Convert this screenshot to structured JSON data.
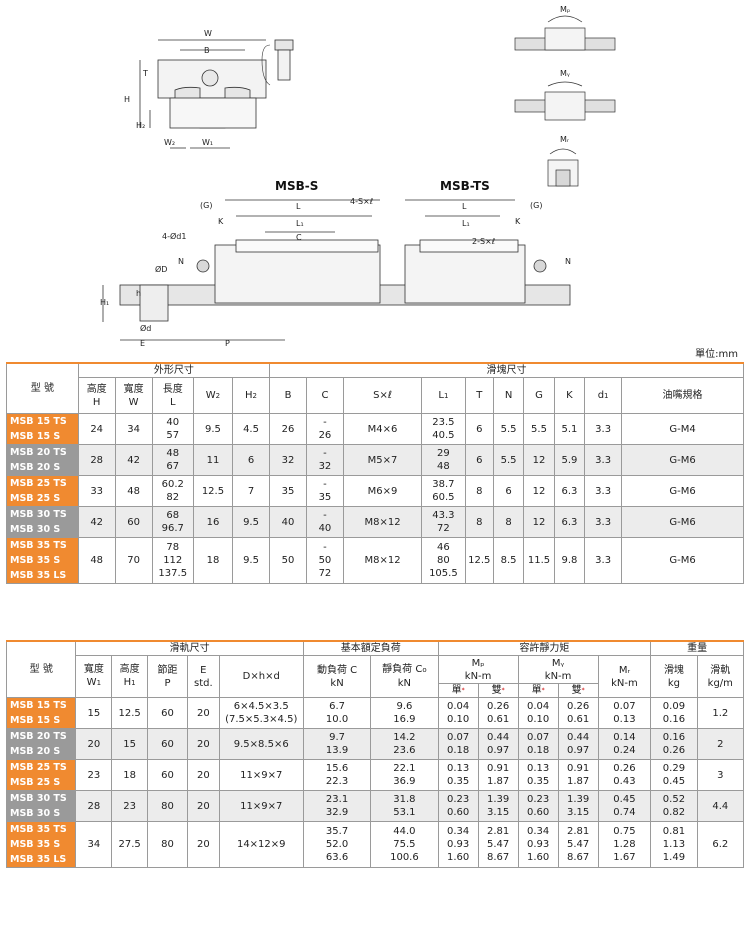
{
  "diagram_labels": {
    "W": "W",
    "B": "B",
    "T": "T",
    "H": "H",
    "H2": "H₂",
    "W2": "W₂",
    "W1": "W₁",
    "MP": "Mₚ",
    "MY": "Mᵧ",
    "MR": "Mᵣ",
    "msb_s": "MSB-S",
    "msb_ts": "MSB-TS",
    "G": "(G)",
    "K": "K",
    "L": "L",
    "L1": "L₁",
    "C": "C",
    "N": "N",
    "four_sxl": "4-S×ℓ",
    "two_sxl": "2-S×ℓ",
    "four_d1": "4-Ød1",
    "D": "ØD",
    "h": "h",
    "d": "Ød",
    "H1": "H₁",
    "E": "E",
    "P": "P"
  },
  "unit": "單位:mm",
  "table1": {
    "model_header": "型 號",
    "group_outer": "外形尺寸",
    "group_block": "滑塊尺寸",
    "cols": [
      "高度",
      "H",
      "寬度",
      "W",
      "長度",
      "L",
      "W",
      "H",
      "B",
      "C",
      "S×ℓ",
      "L",
      "T",
      "N",
      "G",
      "K",
      "d",
      "油嘴規格"
    ],
    "rows": [
      {
        "models": [
          "MSB 15 TS",
          "MSB 15 S"
        ],
        "alt": false,
        "H": "24",
        "W": "34",
        "L": [
          "40",
          "57"
        ],
        "W2": "9.5",
        "H2": "4.5",
        "B": "26",
        "C": [
          "-",
          "26"
        ],
        "S": "M4×6",
        "L1": [
          "23.5",
          "40.5"
        ],
        "T": "6",
        "N": "5.5",
        "G": "5.5",
        "K": "5.1",
        "d1": "3.3",
        "oil": "G-M4"
      },
      {
        "models": [
          "MSB 20 TS",
          "MSB 20 S"
        ],
        "alt": true,
        "H": "28",
        "W": "42",
        "L": [
          "48",
          "67"
        ],
        "W2": "11",
        "H2": "6",
        "B": "32",
        "C": [
          "-",
          "32"
        ],
        "S": "M5×7",
        "L1": [
          "29",
          "48"
        ],
        "T": "6",
        "N": "5.5",
        "G": "12",
        "K": "5.9",
        "d1": "3.3",
        "oil": "G-M6"
      },
      {
        "models": [
          "MSB 25 TS",
          "MSB 25 S"
        ],
        "alt": false,
        "H": "33",
        "W": "48",
        "L": [
          "60.2",
          "82"
        ],
        "W2": "12.5",
        "H2": "7",
        "B": "35",
        "C": [
          "-",
          "35"
        ],
        "S": "M6×9",
        "L1": [
          "38.7",
          "60.5"
        ],
        "T": "8",
        "N": "6",
        "G": "12",
        "K": "6.3",
        "d1": "3.3",
        "oil": "G-M6"
      },
      {
        "models": [
          "MSB 30 TS",
          "MSB 30 S"
        ],
        "alt": true,
        "H": "42",
        "W": "60",
        "L": [
          "68",
          "96.7"
        ],
        "W2": "16",
        "H2": "9.5",
        "B": "40",
        "C": [
          "-",
          "40"
        ],
        "S": "M8×12",
        "L1": [
          "43.3",
          "72"
        ],
        "T": "8",
        "N": "8",
        "G": "12",
        "K": "6.3",
        "d1": "3.3",
        "oil": "G-M6"
      },
      {
        "models": [
          "MSB 35 TS",
          "MSB 35 S",
          "MSB 35 LS"
        ],
        "alt": false,
        "H": "48",
        "W": "70",
        "L": [
          "78",
          "112",
          "137.5"
        ],
        "W2": "18",
        "H2": "9.5",
        "B": "50",
        "C": [
          "-",
          "50",
          "72"
        ],
        "S": "M8×12",
        "L1": [
          "46",
          "80",
          "105.5"
        ],
        "T": "12.5",
        "N": "8.5",
        "G": "11.5",
        "K": "9.8",
        "d1": "3.3",
        "oil": "G-M6"
      }
    ]
  },
  "table2": {
    "model_header": "型 號",
    "group_rail": "滑軌尺寸",
    "group_load": "基本額定負荷",
    "group_moment": "容許靜力矩",
    "group_weight": "重量",
    "cols": {
      "w1a": "寬度",
      "w1b": "W",
      "h1a": "高度",
      "h1b": "H",
      "pa": "節距",
      "pb": "P",
      "ea": "E",
      "eb": "std.",
      "dhd": "D×h×d",
      "ca": "動負荷 C",
      "cb": "kN",
      "c0a": "靜負荷 C",
      "c0b": "kN",
      "mp": "Mₚ",
      "mpu": "kN-m",
      "my": "Mᵧ",
      "myu": "kN-m",
      "mr": "Mᵣ",
      "mru": "kN-m",
      "blk": "滑塊",
      "blku": "kg",
      "rail": "滑軌",
      "railu": "kg/m",
      "single": "單",
      "double": "雙",
      "star": "*"
    },
    "rows": [
      {
        "models": [
          "MSB 15 TS",
          "MSB 15 S"
        ],
        "alt": false,
        "W1": "15",
        "H1": "12.5",
        "P": "60",
        "E": "20",
        "D": [
          "6×4.5×3.5",
          "(7.5×5.3×4.5)"
        ],
        "C": [
          "6.7",
          "10.0"
        ],
        "C0": [
          "9.6",
          "16.9"
        ],
        "MP1": [
          "0.04",
          "0.10"
        ],
        "MP2": [
          "0.26",
          "0.61"
        ],
        "MY1": [
          "0.04",
          "0.10"
        ],
        "MY2": [
          "0.26",
          "0.61"
        ],
        "MR": [
          "0.07",
          "0.13"
        ],
        "blk": [
          "0.09",
          "0.16"
        ],
        "rail": "1.2"
      },
      {
        "models": [
          "MSB 20 TS",
          "MSB 20 S"
        ],
        "alt": true,
        "W1": "20",
        "H1": "15",
        "P": "60",
        "E": "20",
        "D": [
          "9.5×8.5×6"
        ],
        "C": [
          "9.7",
          "13.9"
        ],
        "C0": [
          "14.2",
          "23.6"
        ],
        "MP1": [
          "0.07",
          "0.18"
        ],
        "MP2": [
          "0.44",
          "0.97"
        ],
        "MY1": [
          "0.07",
          "0.18"
        ],
        "MY2": [
          "0.44",
          "0.97"
        ],
        "MR": [
          "0.14",
          "0.24"
        ],
        "blk": [
          "0.16",
          "0.26"
        ],
        "rail": "2"
      },
      {
        "models": [
          "MSB 25 TS",
          "MSB 25 S"
        ],
        "alt": false,
        "W1": "23",
        "H1": "18",
        "P": "60",
        "E": "20",
        "D": [
          "11×9×7"
        ],
        "C": [
          "15.6",
          "22.3"
        ],
        "C0": [
          "22.1",
          "36.9"
        ],
        "MP1": [
          "0.13",
          "0.35"
        ],
        "MP2": [
          "0.91",
          "1.87"
        ],
        "MY1": [
          "0.13",
          "0.35"
        ],
        "MY2": [
          "0.91",
          "1.87"
        ],
        "MR": [
          "0.26",
          "0.43"
        ],
        "blk": [
          "0.29",
          "0.45"
        ],
        "rail": "3"
      },
      {
        "models": [
          "MSB 30 TS",
          "MSB 30 S"
        ],
        "alt": true,
        "W1": "28",
        "H1": "23",
        "P": "80",
        "E": "20",
        "D": [
          "11×9×7"
        ],
        "C": [
          "23.1",
          "32.9"
        ],
        "C0": [
          "31.8",
          "53.1"
        ],
        "MP1": [
          "0.23",
          "0.60"
        ],
        "MP2": [
          "1.39",
          "3.15"
        ],
        "MY1": [
          "0.23",
          "0.60"
        ],
        "MY2": [
          "1.39",
          "3.15"
        ],
        "MR": [
          "0.45",
          "0.74"
        ],
        "blk": [
          "0.52",
          "0.82"
        ],
        "rail": "4.4"
      },
      {
        "models": [
          "MSB 35 TS",
          "MSB 35 S",
          "MSB 35 LS"
        ],
        "alt": false,
        "W1": "34",
        "H1": "27.5",
        "P": "80",
        "E": "20",
        "D": [
          "14×12×9"
        ],
        "C": [
          "35.7",
          "52.0",
          "63.6"
        ],
        "C0": [
          "44.0",
          "75.5",
          "100.6"
        ],
        "MP1": [
          "0.34",
          "0.93",
          "1.60"
        ],
        "MP2": [
          "2.81",
          "5.47",
          "8.67"
        ],
        "MY1": [
          "0.34",
          "0.93",
          "1.60"
        ],
        "MY2": [
          "2.81",
          "5.47",
          "8.67"
        ],
        "MR": [
          "0.75",
          "1.28",
          "1.67"
        ],
        "blk": [
          "0.81",
          "1.13",
          "1.49"
        ],
        "rail": "6.2"
      }
    ]
  }
}
